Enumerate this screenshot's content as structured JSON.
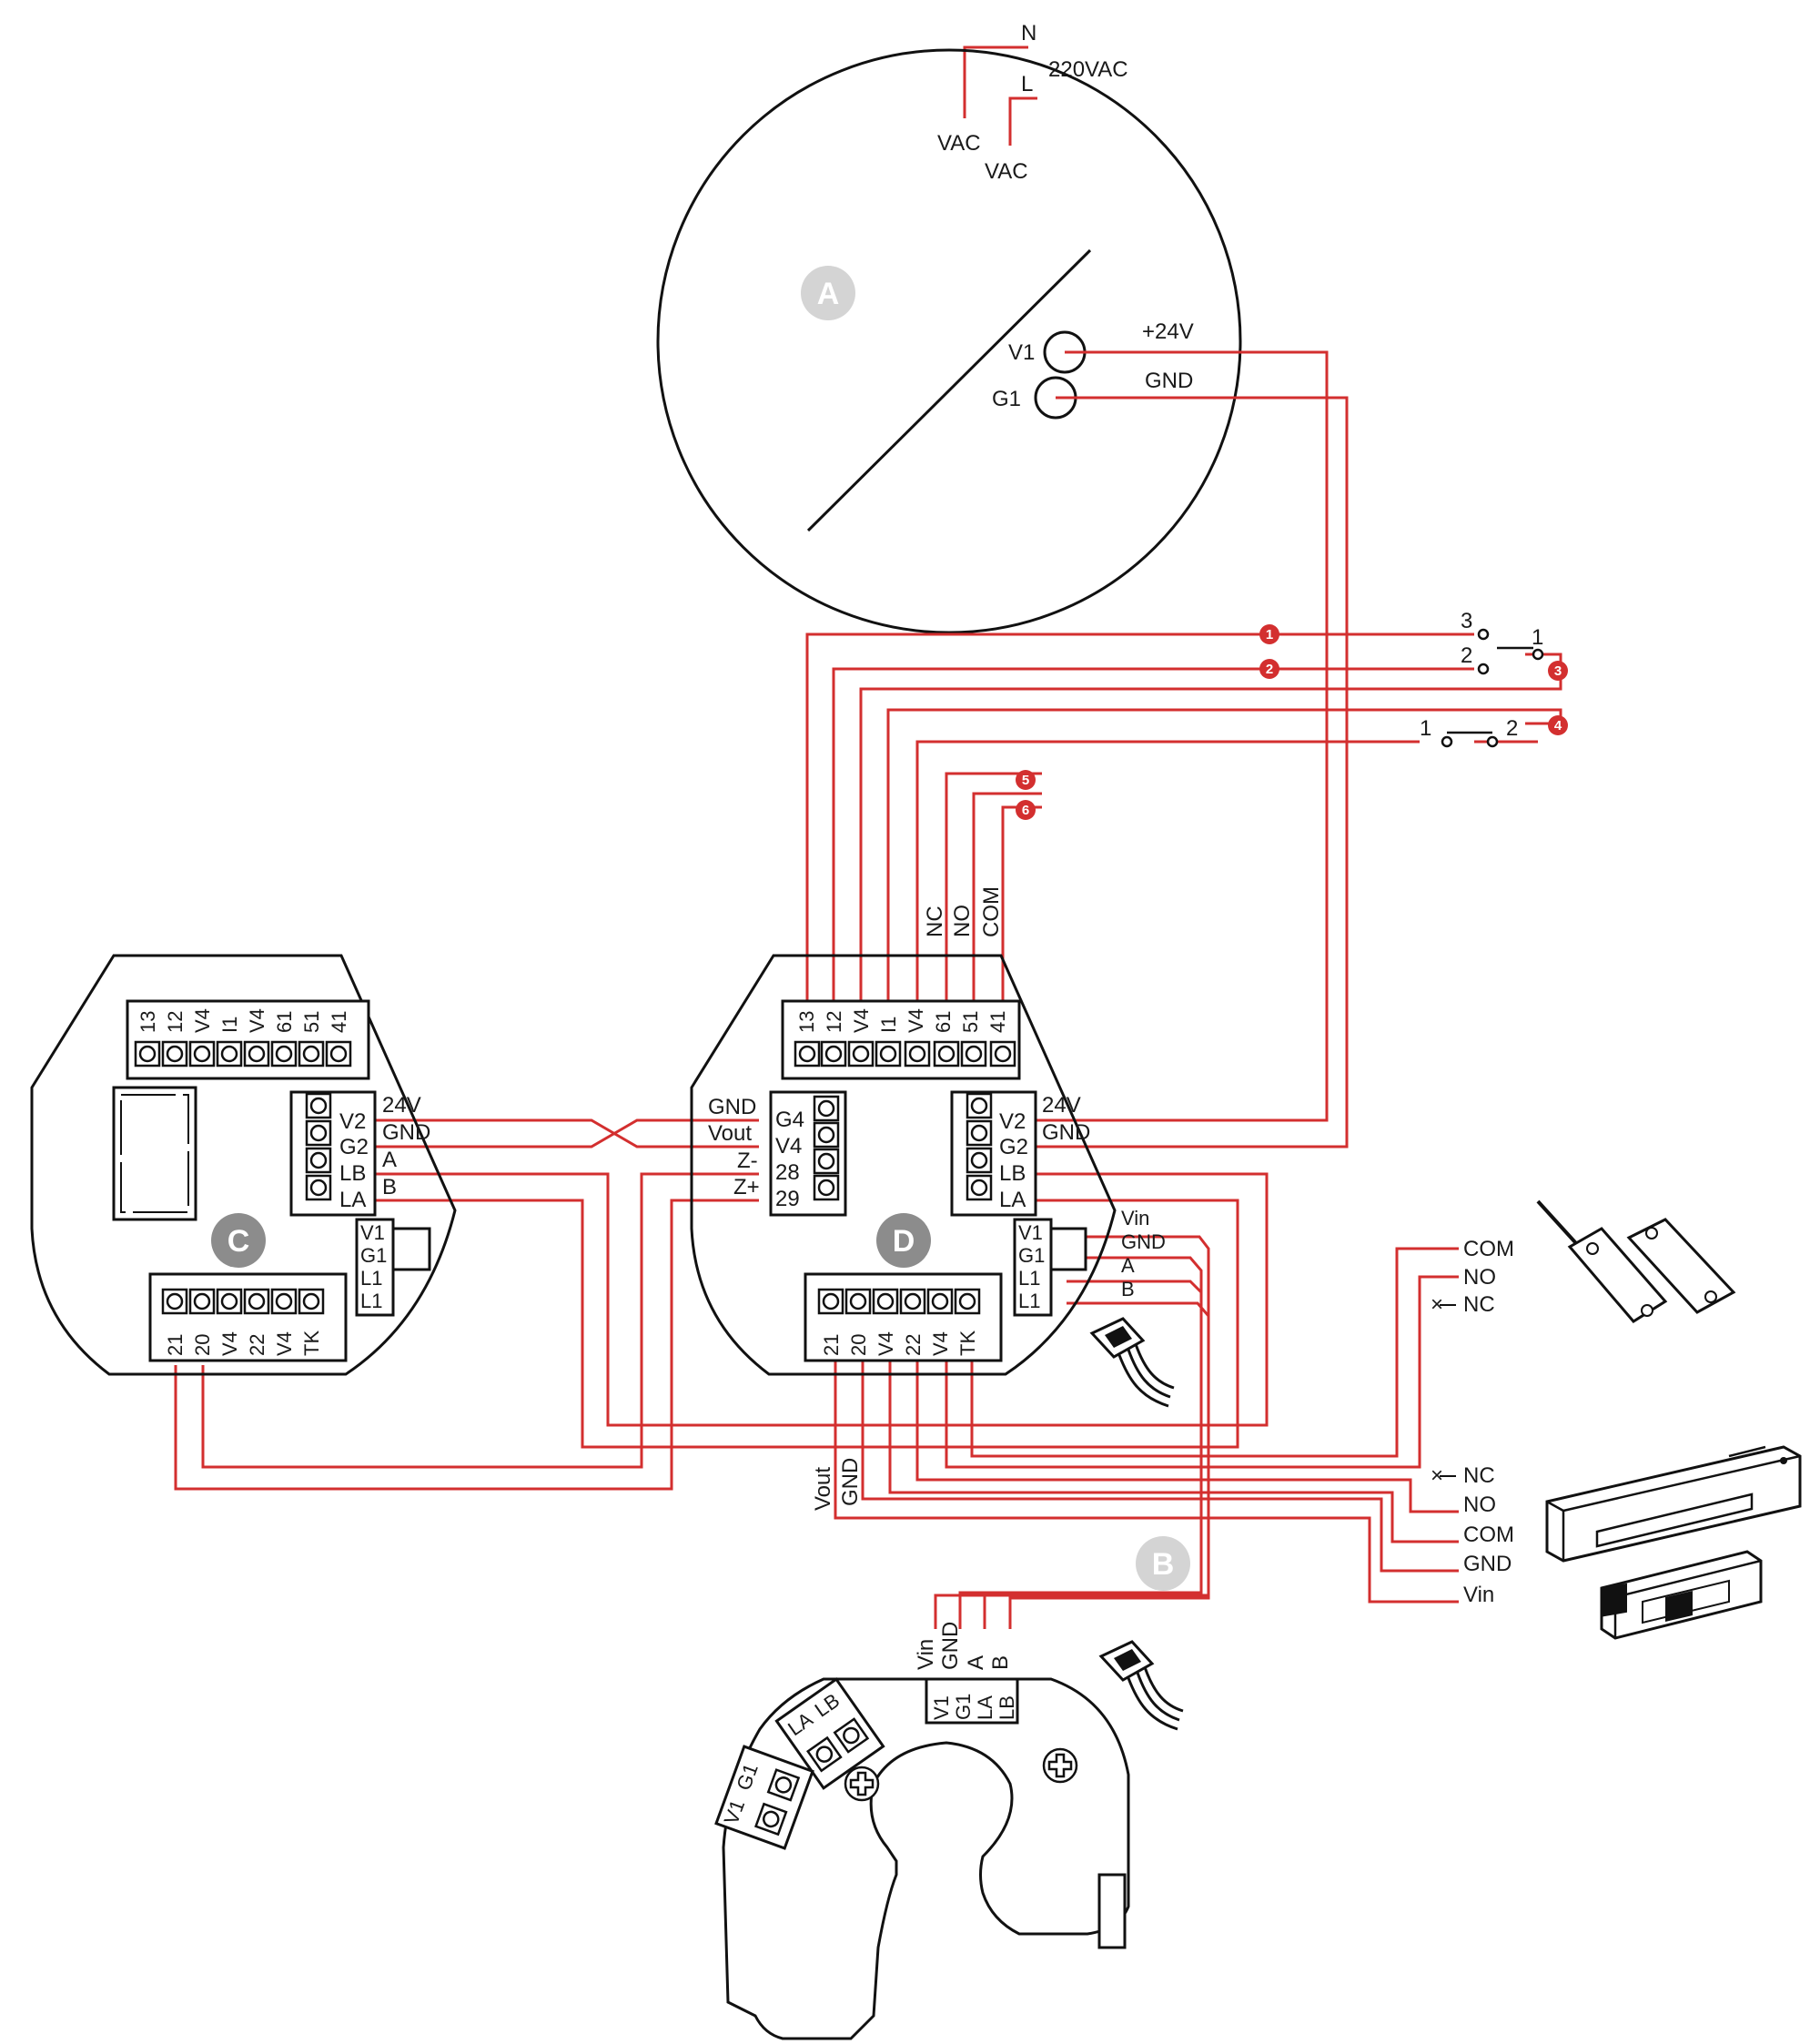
{
  "colors": {
    "wire": "#d32f2f",
    "outline": "#111111",
    "device_badge_dark": "#8c8c8c",
    "device_badge_light": "#d4d4d4",
    "marker": "#d32f2f"
  },
  "power": {
    "n": "N",
    "l": "L",
    "voltage": "220VAC",
    "vac1": "VAC",
    "vac2": "VAC"
  },
  "device_a": {
    "badge": "A",
    "v1": "V1",
    "g1": "G1",
    "plus24": "+24V",
    "gnd": "GND"
  },
  "markers": [
    "1",
    "2",
    "3",
    "4",
    "5",
    "6"
  ],
  "switch_top": {
    "t3": "3",
    "t2": "2",
    "t1": "1"
  },
  "switch_bottom": {
    "t1": "1",
    "t2": "2"
  },
  "relay_labels": {
    "nc": "NC",
    "no": "NO",
    "com": "COM"
  },
  "device_c": {
    "badge": "C",
    "top_terminals": [
      "13",
      "12",
      "V4",
      "I1",
      "V4",
      "61",
      "51",
      "41"
    ],
    "right_terminals": [
      "V2",
      "G2",
      "LB",
      "LA"
    ],
    "right_wires": [
      "24V",
      "GND",
      "A",
      "B"
    ],
    "small_terminals": [
      "V1",
      "G1",
      "L1",
      "L1"
    ],
    "bottom_terminals": [
      "21",
      "20",
      "V4",
      "22",
      "V4",
      "TK"
    ]
  },
  "device_d": {
    "badge": "D",
    "top_terminals": [
      "13",
      "12",
      "V4",
      "I1",
      "V4",
      "61",
      "51",
      "41"
    ],
    "left_terminals": [
      "G4",
      "V4",
      "28",
      "29"
    ],
    "left_wires": [
      "GND",
      "Vout",
      "Z-",
      "Z+"
    ],
    "right_terminals": [
      "V2",
      "G2",
      "LB",
      "LA"
    ],
    "right_wires": [
      "24V",
      "GND"
    ],
    "small_terminals": [
      "V1",
      "G1",
      "L1",
      "L1"
    ],
    "small_wires": [
      "Vin",
      "GND",
      "A",
      "B"
    ],
    "bottom_terminals": [
      "21",
      "20",
      "V4",
      "22",
      "V4",
      "TK"
    ],
    "bottom_wire_vout": "Vout",
    "bottom_wire_gnd": "GND"
  },
  "sensor_wires": {
    "com": "COM",
    "no": "NO",
    "nc": "NC"
  },
  "lock_wires": {
    "nc": "NC",
    "no": "NO",
    "com": "COM",
    "gnd": "GND",
    "vin": "Vin"
  },
  "device_b": {
    "badge": "B",
    "wire_labels": [
      "Vin",
      "GND",
      "A",
      "B"
    ],
    "terminals": [
      "V1",
      "G1",
      "LA",
      "LB"
    ],
    "corner1": "LA",
    "corner2": "LB",
    "corner3": "V1",
    "corner4": "G1"
  }
}
